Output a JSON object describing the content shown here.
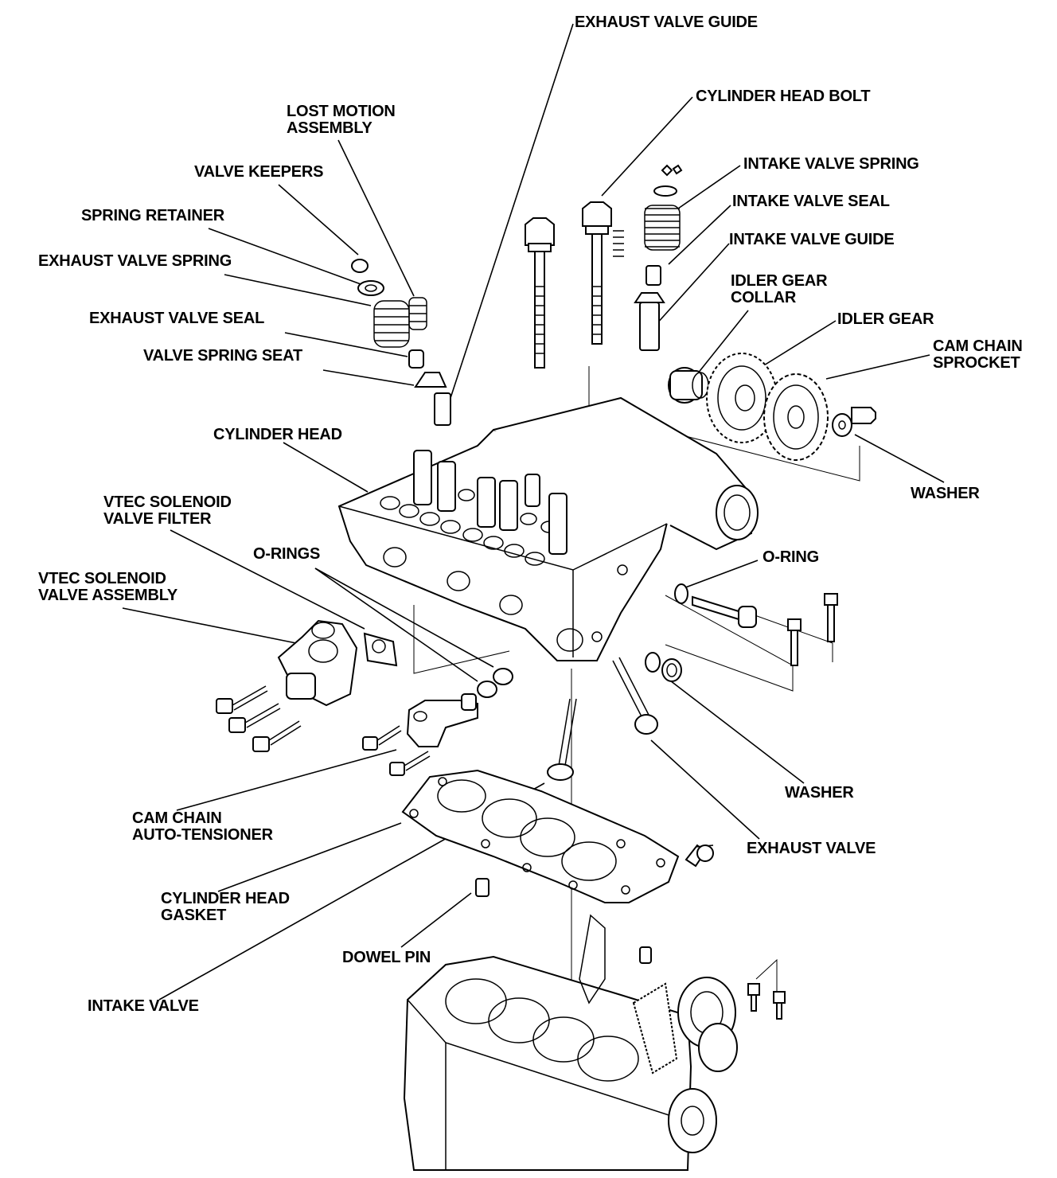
{
  "labels": {
    "exhaust_valve_guide": "EXHAUST VALVE GUIDE",
    "cylinder_head_bolt": "CYLINDER HEAD BOLT",
    "lost_motion_1": "LOST MOTION",
    "lost_motion_2": "ASSEMBLY",
    "valve_keepers": "VALVE KEEPERS",
    "intake_valve_spring": "INTAKE VALVE SPRING",
    "intake_valve_seal": "INTAKE VALVE SEAL",
    "spring_retainer": "SPRING RETAINER",
    "exhaust_valve_spring": "EXHAUST VALVE SPRING",
    "intake_valve_guide": "INTAKE VALVE GUIDE",
    "idler_gear_collar_1": "IDLER GEAR",
    "idler_gear_collar_2": "COLLAR",
    "idler_gear": "IDLER GEAR",
    "exhaust_valve_seal": "EXHAUST VALVE SEAL",
    "cam_chain_sprocket_1": "CAM CHAIN",
    "cam_chain_sprocket_2": "SPROCKET",
    "valve_spring_seat": "VALVE SPRING SEAT",
    "cylinder_head": "CYLINDER HEAD",
    "washer_upper": "WASHER",
    "vtec_filter_1": "VTEC SOLENOID",
    "vtec_filter_2": "VALVE FILTER",
    "o_rings": "O-RINGS",
    "o_ring": "O-RING",
    "vtec_assembly_1": "VTEC SOLENOID",
    "vtec_assembly_2": "VALVE ASSEMBLY",
    "washer_lower": "WASHER",
    "cam_chain_tensioner_1": "CAM CHAIN",
    "cam_chain_tensioner_2": "AUTO-TENSIONER",
    "exhaust_valve": "EXHAUST VALVE",
    "cylinder_head_gasket_1": "CYLINDER HEAD",
    "cylinder_head_gasket_2": "GASKET",
    "dowel_pin": "DOWEL PIN",
    "intake_valve": "INTAKE VALVE"
  },
  "colors": {
    "ink": "#000000",
    "paper": "#ffffff"
  }
}
